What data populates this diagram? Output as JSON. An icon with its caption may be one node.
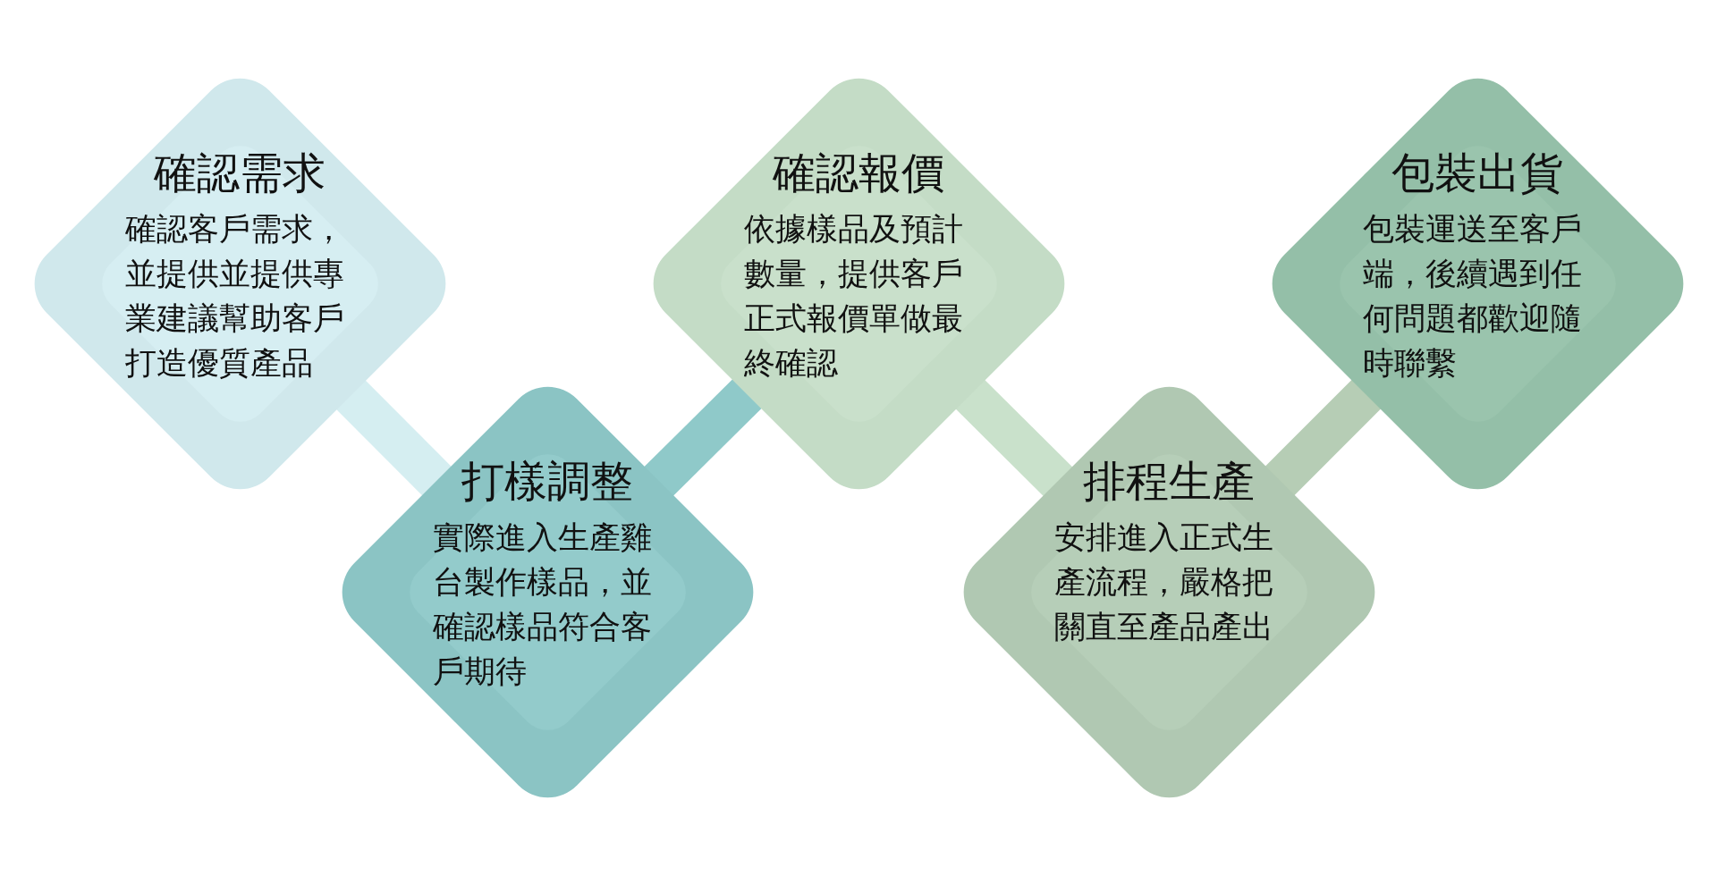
{
  "diagram": {
    "nodes": [
      {
        "text": [
          "確認需求",
          "確認客戶需求，並提供並提供專業建議幫助客戶打造優質產品"
        ]
      },
      {
        "text": [
          "打樣調整",
          "實際進入生產雞台製作樣品，並確認樣品符合客戶期待"
        ]
      },
      {
        "text": [
          "確認報價",
          "依據樣品及預計數量，提供客戶正式報價單做最終確認"
        ]
      },
      {
        "text": [
          "排程生產",
          "安排進入正式生產流程，嚴格把關直至產品產出"
        ]
      },
      {
        "text": [
          "包裝出貨",
          "包裝運送至客戶端，後續遇到任何問題都歡迎隨時聯繫"
        ]
      }
    ],
    "edges": [
      {
        "from": 0,
        "to": 1,
        "arrow": "none",
        "color": "#d5eef1"
      },
      {
        "from": 1,
        "to": 2,
        "arrow": "none",
        "color": "#8fc9c9"
      },
      {
        "from": 2,
        "to": 3,
        "arrow": "none",
        "color": "#c9e1cb"
      },
      {
        "from": 3,
        "to": 4,
        "arrow": "none",
        "color": "#b6cdb5"
      }
    ]
  }
}
